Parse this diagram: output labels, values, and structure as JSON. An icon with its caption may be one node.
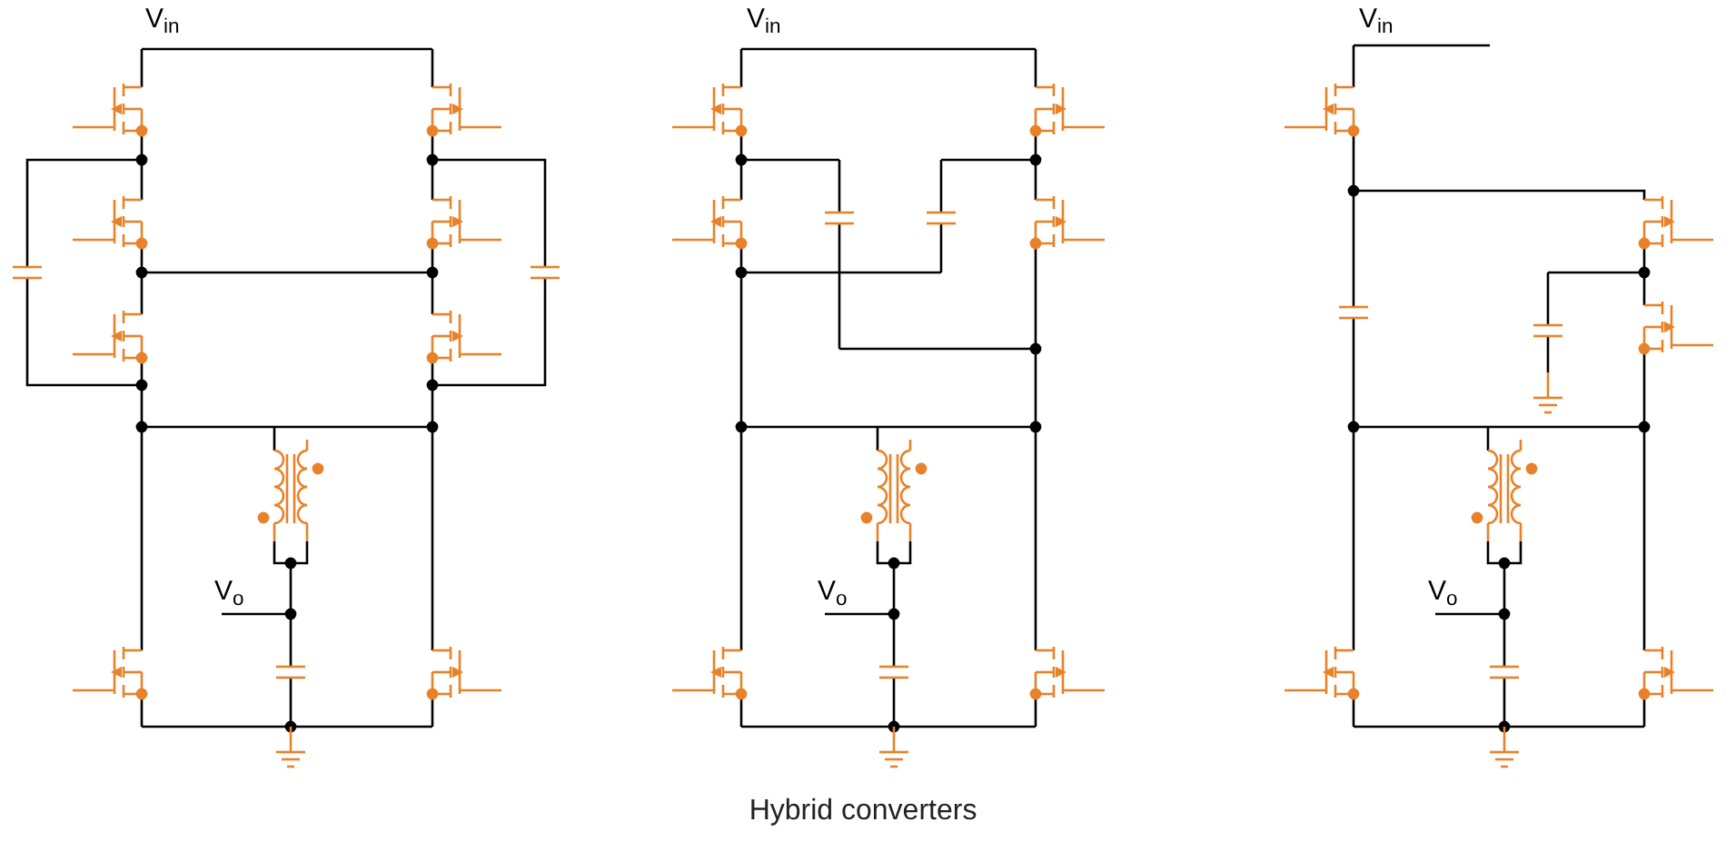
{
  "diagram": {
    "caption": "Hybrid converters",
    "labels": [
      "V$_{in}$",
      "V$_{in}$",
      "V$_{in}$",
      "V$_{o}$",
      "V$_{o}$",
      "V$_{o}$"
    ]
  }
}
